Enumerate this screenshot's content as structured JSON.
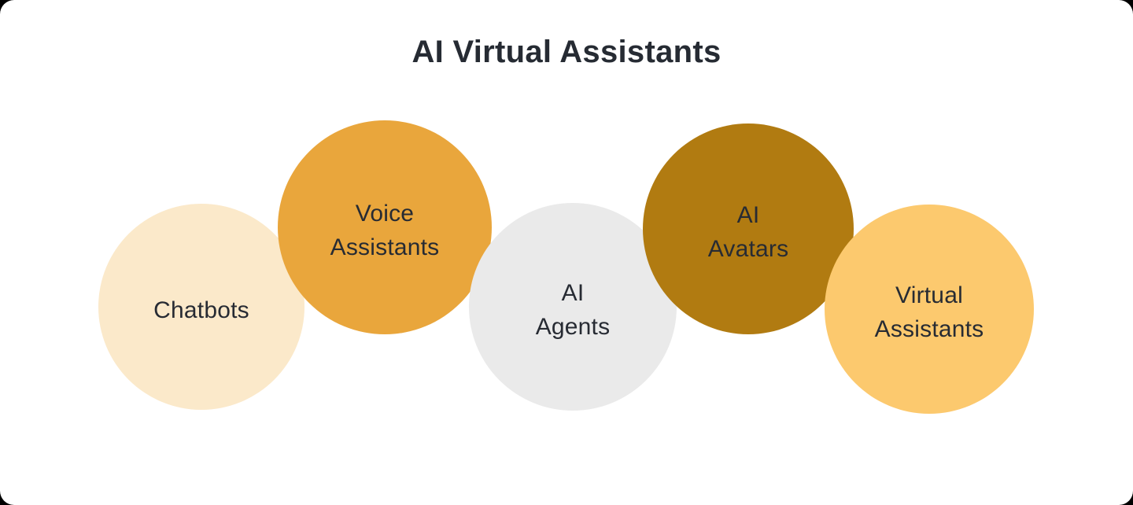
{
  "title": "AI Virtual Assistants",
  "colors": {
    "card_background": "#FFFFFF",
    "outside_background": "#000000",
    "title_text": "#262B33",
    "label_text": "#272B33"
  },
  "diagram": {
    "type": "bubble-cluster",
    "circles": [
      {
        "label": "Chatbots",
        "lines": [
          "Chatbots"
        ],
        "color": "#FBE9CA"
      },
      {
        "label": "Voice Assistants",
        "lines": [
          "Voice",
          "Assistants"
        ],
        "color": "#E9A63C"
      },
      {
        "label": "AI Agents",
        "lines": [
          "AI",
          "Agents"
        ],
        "color": "#EAEAEA"
      },
      {
        "label": "AI Avatars",
        "lines": [
          "AI",
          "Avatars"
        ],
        "color": "#B17B11"
      },
      {
        "label": "Virtual Assistants",
        "lines": [
          "Virtual",
          "Assistants"
        ],
        "color": "#FCC96E"
      }
    ]
  }
}
